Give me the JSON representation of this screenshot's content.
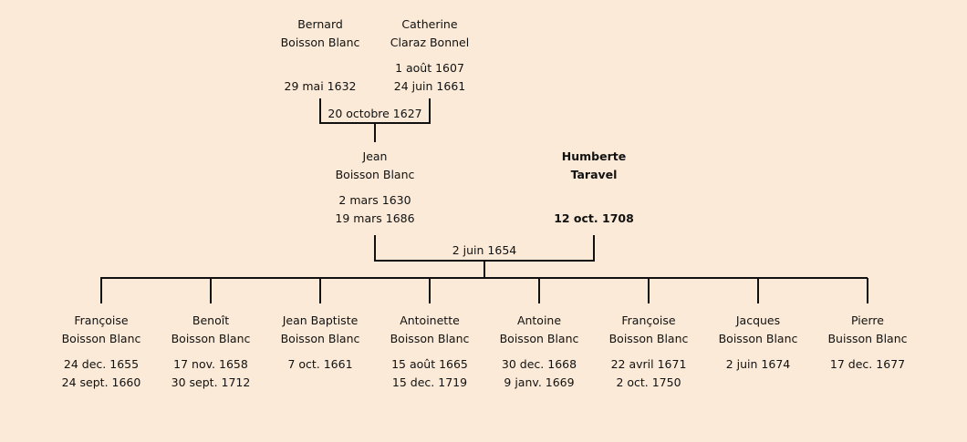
{
  "grandparents": {
    "father": {
      "first": "Bernard",
      "last": "Boisson Blanc",
      "birth": "",
      "death": "29 mai 1632"
    },
    "mother": {
      "first": "Catherine",
      "last": "Claraz Bonnel",
      "birth": "1 août 1607",
      "death": "24 juin 1661"
    },
    "marriage": "20 octobre 1627"
  },
  "parents": {
    "father": {
      "first": "Jean",
      "last": "Boisson Blanc",
      "birth": "2 mars 1630",
      "death": "19 mars 1686"
    },
    "mother": {
      "first": "Humberte",
      "last": "Taravel",
      "birth": "",
      "death": "12 oct. 1708"
    },
    "marriage": "2 juin 1654"
  },
  "children": [
    {
      "first": "Françoise",
      "last": "Boisson Blanc",
      "birth": "24 dec. 1655",
      "death": "24 sept. 1660"
    },
    {
      "first": "Benoît",
      "last": "Boisson Blanc",
      "birth": "17 nov. 1658",
      "death": "30 sept. 1712"
    },
    {
      "first": "Jean Baptiste",
      "last": "Boisson Blanc",
      "birth": "7 oct. 1661",
      "death": ""
    },
    {
      "first": "Antoinette",
      "last": "Boisson Blanc",
      "birth": "15 août 1665",
      "death": "15 dec. 1719"
    },
    {
      "first": "Antoine",
      "last": "Boisson Blanc",
      "birth": "30 dec. 1668",
      "death": "9 janv. 1669"
    },
    {
      "first": "Françoise",
      "last": "Boisson Blanc",
      "birth": "22 avril 1671",
      "death": "2 oct. 1750"
    },
    {
      "first": "Jacques",
      "last": "Boisson Blanc",
      "birth": "2 juin 1674",
      "death": ""
    },
    {
      "first": "Pierre",
      "last": "Buisson Blanc",
      "birth": "17 dec. 1677",
      "death": ""
    }
  ]
}
